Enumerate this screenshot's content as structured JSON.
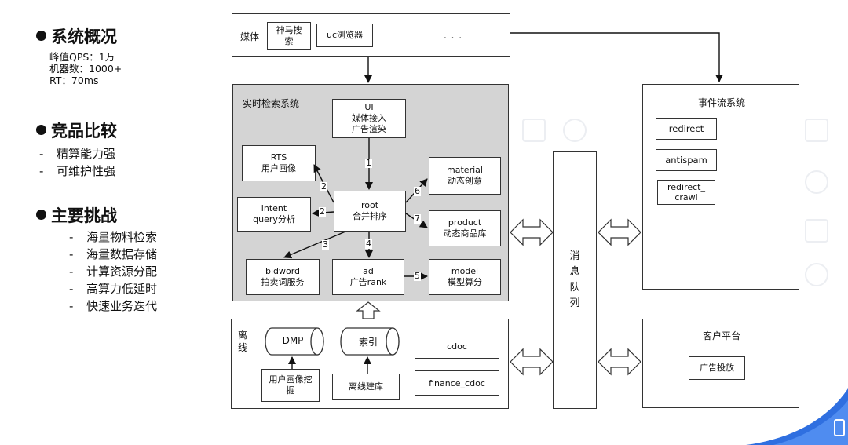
{
  "left_panel": {
    "section1": {
      "title": "系统概况",
      "lines": [
        "峰值QPS：1万",
        "机器数：1000+",
        "RT：70ms"
      ]
    },
    "section2": {
      "title": "竞品比较",
      "items": [
        "精算能力强",
        "可维护性强"
      ]
    },
    "section3": {
      "title": "主要挑战",
      "items": [
        "海量物料检索",
        "海量数据存储",
        "计算资源分配",
        "高算力低延时",
        "快速业务迭代"
      ]
    }
  },
  "media": {
    "label": "媒体",
    "items": [
      "神马搜索",
      "uc浏览器",
      ". . ."
    ]
  },
  "realtime": {
    "title": "实时检索系统",
    "ui": [
      "UI",
      "媒体接入",
      "广告渲染"
    ],
    "rts": [
      "RTS",
      "用户画像"
    ],
    "intent": [
      "intent",
      "query分析"
    ],
    "root": [
      "root",
      "合并排序"
    ],
    "material": [
      "material",
      "动态创意"
    ],
    "product": [
      "product",
      "动态商品库"
    ],
    "bidword": [
      "bidword",
      "拍卖词服务"
    ],
    "ad": [
      "ad",
      "广告rank"
    ],
    "model": [
      "model",
      "模型算分"
    ]
  },
  "edge_labels": [
    "1",
    "2",
    "2",
    "3",
    "4",
    "5",
    "6",
    "7"
  ],
  "offline": {
    "title": "离线",
    "dmp": "DMP",
    "index": "索引",
    "cdoc": "cdoc",
    "finance_cdoc": "finance_cdoc",
    "user_profile_mining": "用户画像挖掘",
    "offline_build": "离线建库"
  },
  "mq": "消息队列",
  "event": {
    "title": "事件流系统",
    "items": [
      "redirect",
      "antispam",
      "redirect_\ncrawl"
    ]
  },
  "customer": {
    "title": "客户平台",
    "item": "广告投放"
  },
  "colors": {
    "realtime_bg": "#d4d4d4",
    "border": "#333333",
    "corner_accent": "#2f6fe0"
  }
}
